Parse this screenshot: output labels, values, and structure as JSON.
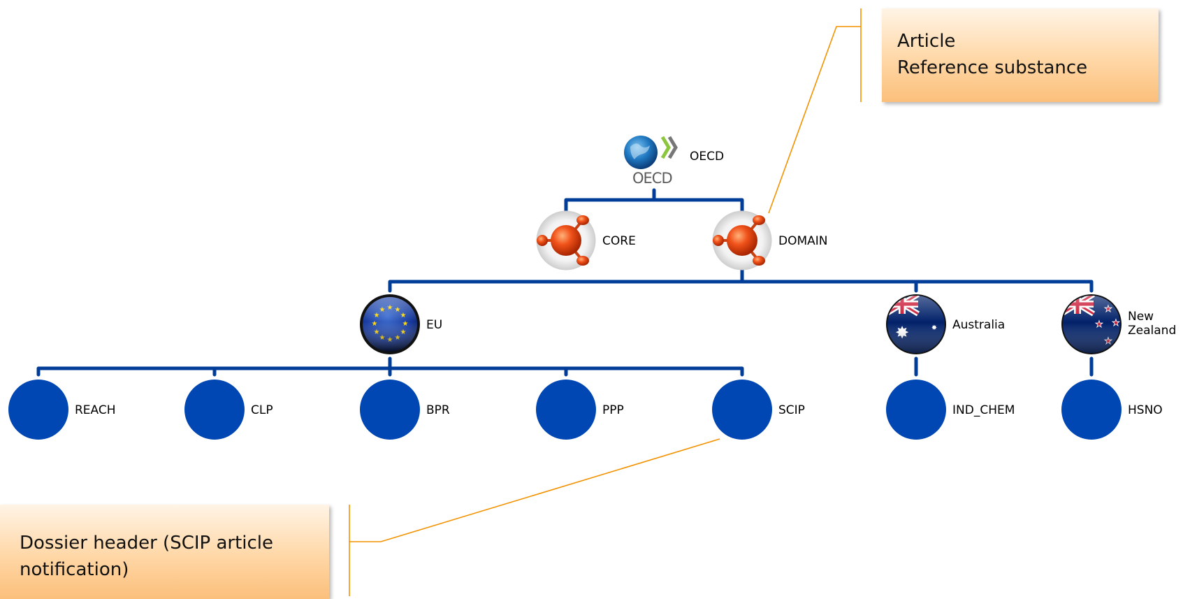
{
  "colors": {
    "connector": "#003d99",
    "node_fill": "#0047b3",
    "callout_line": "#f39200",
    "callout_fill": "#ffd7a6"
  },
  "nodes": {
    "oecd": {
      "label": "OECD",
      "logo_text": "OECD",
      "icon": "oecd-logo-icon"
    },
    "core": {
      "label": "CORE",
      "icon": "molecule-icon"
    },
    "domain": {
      "label": "DOMAIN",
      "icon": "molecule-icon"
    },
    "eu": {
      "label": "EU",
      "icon": "eu-flag-icon"
    },
    "australia": {
      "label": "Australia",
      "icon": "australia-flag-icon"
    },
    "new_zealand": {
      "label_line1": "New",
      "label_line2": "Zealand",
      "icon": "new-zealand-flag-icon"
    },
    "reach": {
      "label": "REACH"
    },
    "clp": {
      "label": "CLP"
    },
    "bpr": {
      "label": "BPR"
    },
    "ppp": {
      "label": "PPP"
    },
    "scip": {
      "label": "SCIP"
    },
    "ind_chem": {
      "label": "IND_CHEM"
    },
    "hsno": {
      "label": "HSNO"
    }
  },
  "callouts": {
    "top": {
      "line1": "Article",
      "line2": "Reference substance"
    },
    "bottom": {
      "text": "Dossier header (SCIP article notification)"
    }
  }
}
